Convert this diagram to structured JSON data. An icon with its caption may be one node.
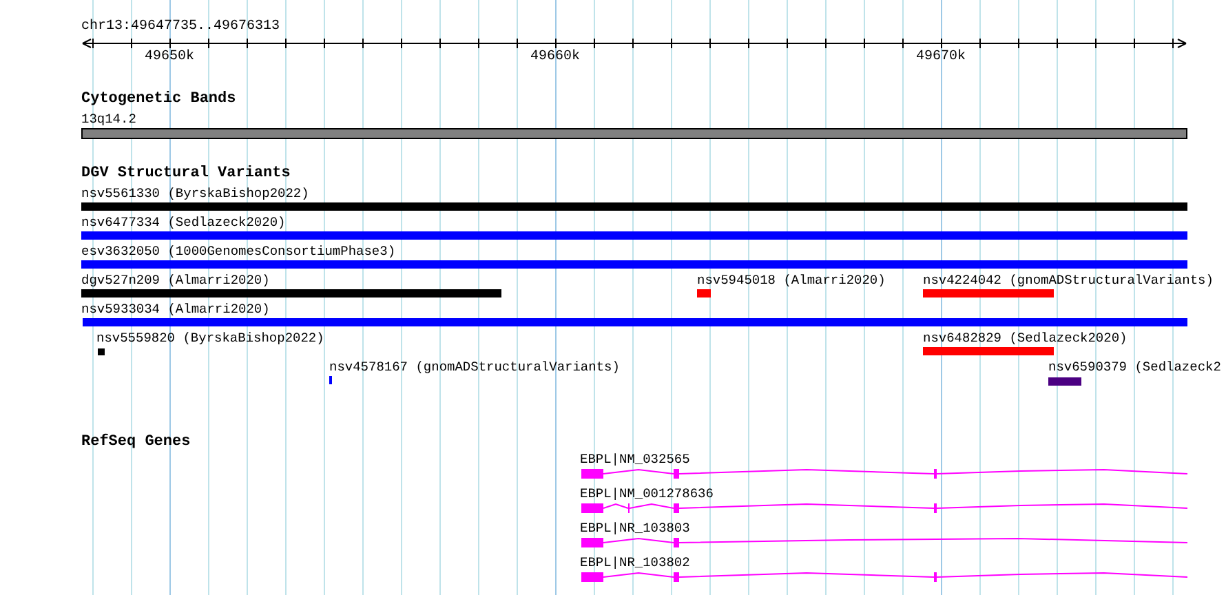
{
  "diagram": {
    "nodes": [
      {
        "text": [
          "13q14.2"
        ]
      },
      {
        "text": [
          "nsv5561330 (ByrskaBishop2022)"
        ]
      },
      {
        "text": [
          "nsv6477334 (Sedlazeck2020)"
        ]
      },
      {
        "text": [
          "esv3632050 (1000GenomesConsortiumPhase3)"
        ]
      },
      {
        "text": [
          "dgv527n209 (Almarri2020)"
        ]
      },
      {
        "text": [
          "nsv5945018 (Almarri2020)"
        ]
      },
      {
        "text": [
          "nsv4224042 (gnomADStructuralVariants)"
        ]
      },
      {
        "text": [
          "nsv5933034 (Almarri2020)"
        ]
      },
      {
        "text": [
          "nsv5559820 (ByrskaBishop2022)"
        ]
      },
      {
        "text": [
          "nsv6482829 (Sedlazeck2020)"
        ]
      },
      {
        "text": [
          "nsv4578167 (gnomADStructuralVariants)"
        ]
      },
      {
        "text": [
          "nsv6590379 (Sedlazeck2"
        ]
      },
      {
        "text": [
          "EBPL|NM_032565"
        ]
      },
      {
        "text": [
          "EBPL|NM_001278636"
        ]
      },
      {
        "text": [
          "EBPL|NR_103803"
        ]
      },
      {
        "text": [
          "EBPL|NR_103802"
        ]
      }
    ],
    "labels": [
      "chr13:49647735..49676313",
      "49650k",
      "49660k",
      "49670k",
      "Cytogenetic Bands",
      "DGV Structural Variants",
      "RefSeq Genes"
    ]
  }
}
